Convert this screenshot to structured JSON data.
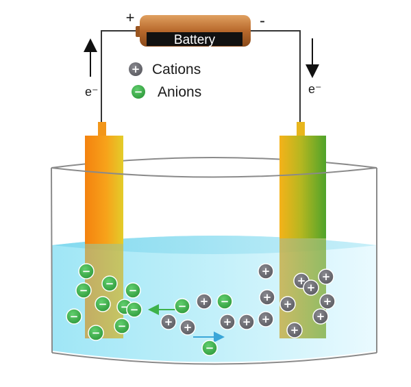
{
  "battery": {
    "label": "Battery",
    "plus_sign": "+",
    "minus_sign": "-"
  },
  "electron_labels": {
    "left": "e⁻",
    "right": "e⁻"
  },
  "legend": {
    "cation_label": "Cations",
    "anion_label": "Anions",
    "cation_symbol": "+",
    "anion_symbol": "−"
  },
  "colors": {
    "cation": "#6b6b70",
    "anion": "#3db24a",
    "electrolyte": "#8fe0f2",
    "anode_top": "#f58a12",
    "cathode_top": "#5aab2c",
    "migration_arrow": "#3aa6d8"
  },
  "ion_counts": {
    "anions_at_anode": 10,
    "cations_at_cathode": 11,
    "anions_in_bulk": 3,
    "cations_in_bulk": 4
  },
  "icons": {
    "current_up": "arrow-up-icon",
    "current_down": "arrow-down-icon"
  }
}
